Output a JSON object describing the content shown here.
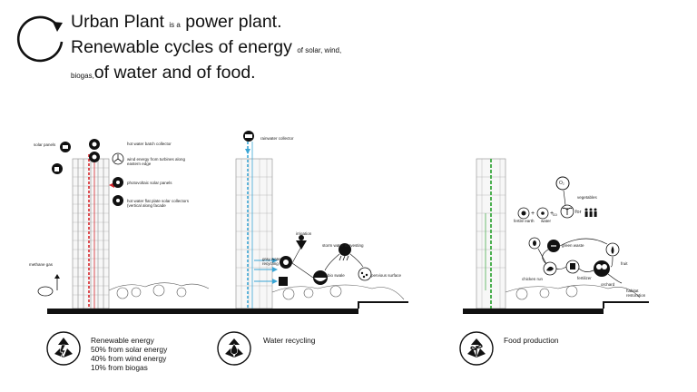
{
  "header": {
    "title_big_1": "Urban Plant",
    "title_small_1": "is a",
    "title_big_2": "power plant. Renewable cycles of energy",
    "title_small_2": "of solar, wind, biogas,",
    "title_big_3": "of water and of food."
  },
  "energy": {
    "labels": {
      "solar_panels": "solar panels",
      "hot_water_batch": "hot water batch collector",
      "wind_energy": "wind energy from turbines along eastern edge",
      "photovoltaic": "photovoltaic solar panels",
      "hot_water_flat": "hot water flat plate solar collectors (vertical along facade",
      "methane": "methane gas"
    },
    "caption_title": "Renewable energy",
    "caption_lines": [
      "50% from solar energy",
      "40% from wind energy",
      "10% from biogas"
    ]
  },
  "water": {
    "labels": {
      "rainwater": "rainwater collector",
      "irrigation": "irrigation",
      "storm": "storm water harvesting",
      "gray": "gray water recycling",
      "bio": "bio swale",
      "pervious": "pervious surface"
    },
    "caption": "Water recycling"
  },
  "food": {
    "labels": {
      "o2": "O₂",
      "vegetables": "vegetables",
      "for": "for",
      "fertile": "fertile earth",
      "water": "water",
      "co2": "co",
      "green_waste": "green waste",
      "fruit": "fruit",
      "chicken": "chicken run",
      "fertilizer": "fertilizer",
      "orchard": "orchard",
      "habitat": "habitat restoration"
    },
    "caption": "Food production"
  },
  "colors": {
    "red": "#d7262c",
    "blue": "#3aa6d6",
    "green": "#4caf50",
    "ink": "#111111"
  },
  "icons": [
    "cycle-arrow-icon",
    "solar-panel-icon",
    "sun-icon",
    "wind-turbine-icon",
    "biohazard-cycle-icon",
    "water-drop-icon",
    "seedling-icon"
  ]
}
